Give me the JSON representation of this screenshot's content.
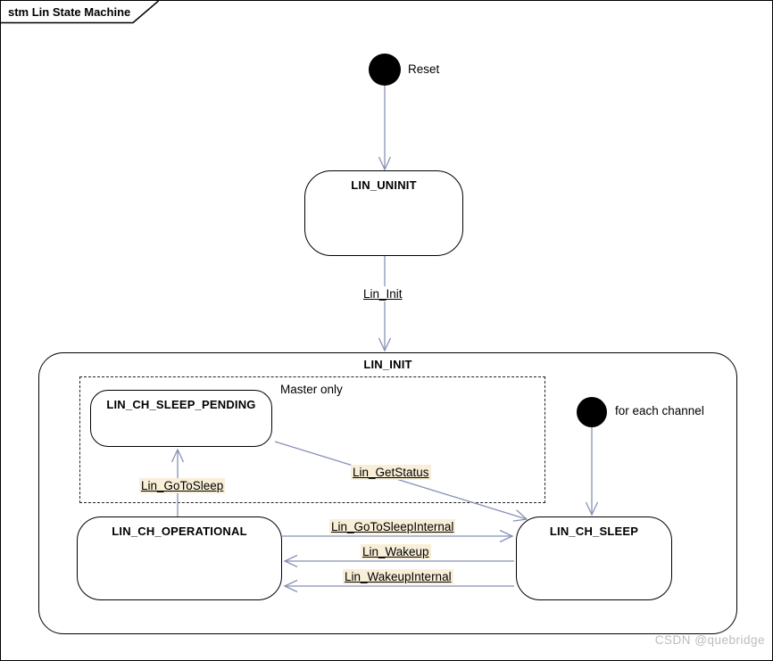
{
  "frame": {
    "title": "stm Lin State Machine",
    "watermark": "CSDN @quebridge"
  },
  "diagram": {
    "type": "uml-state-machine",
    "pseudostates": [
      {
        "id": "reset",
        "kind": "initial",
        "label": "Reset"
      },
      {
        "id": "for_each_channel",
        "kind": "initial",
        "label": "for each channel"
      }
    ],
    "states": [
      {
        "id": "lin_uninit",
        "name": "LIN_UNINIT"
      },
      {
        "id": "lin_init",
        "name": "LIN_INIT",
        "composite": true
      },
      {
        "id": "lin_ch_sleep_pending",
        "name": "LIN_CH_SLEEP_PENDING"
      },
      {
        "id": "lin_ch_operational",
        "name": "LIN_CH_OPERATIONAL"
      },
      {
        "id": "lin_ch_sleep",
        "name": "LIN_CH_SLEEP"
      }
    ],
    "region_note": "Master only",
    "transitions": [
      {
        "label": "Lin_Init",
        "from": "LIN_UNINIT",
        "to": "LIN_INIT"
      },
      {
        "label": "Lin_GoToSleep",
        "from": "LIN_CH_OPERATIONAL",
        "to": "LIN_CH_SLEEP_PENDING"
      },
      {
        "label": "Lin_GetStatus",
        "from": "LIN_CH_SLEEP_PENDING",
        "to": "LIN_CH_SLEEP"
      },
      {
        "label": "Lin_GoToSleepInternal",
        "from": "LIN_CH_OPERATIONAL",
        "to": "LIN_CH_SLEEP"
      },
      {
        "label": "Lin_Wakeup",
        "from": "LIN_CH_SLEEP",
        "to": "LIN_CH_OPERATIONAL"
      },
      {
        "label": "Lin_WakeupInternal",
        "from": "LIN_CH_SLEEP",
        "to": "LIN_CH_OPERATIONAL"
      }
    ],
    "colors": {
      "transition_line": "#8791b5",
      "label_highlight": "#f9efd8",
      "state_fill": "#ffffff",
      "state_border": "#000000",
      "watermark": "#bcbcbc"
    }
  }
}
